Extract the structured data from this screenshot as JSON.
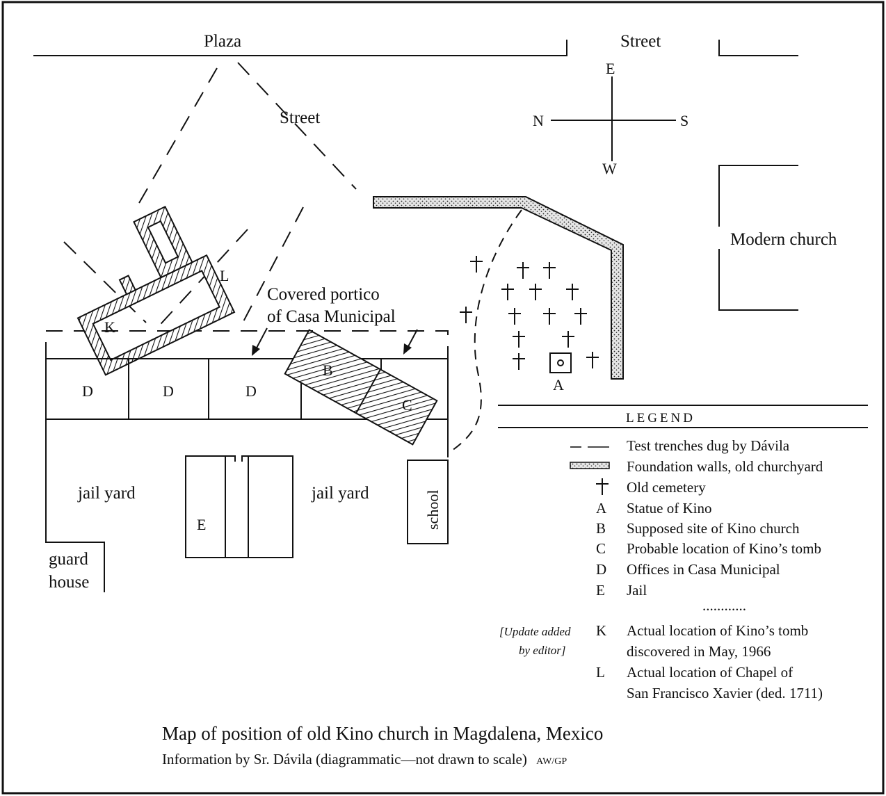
{
  "labels": {
    "plaza": "Plaza",
    "street_top": "Street",
    "street_diag": "Street",
    "compass_e": "E",
    "compass_n": "N",
    "compass_s": "S",
    "compass_w": "W",
    "modern_church": "Modern church",
    "portico_line1": "Covered portico",
    "portico_line2": "of Casa Municipal",
    "k": "K",
    "l": "L",
    "b": "B",
    "c": "C",
    "a": "A",
    "d1": "D",
    "d2": "D",
    "d3": "D",
    "e": "E",
    "jail_yard_left": "jail yard",
    "jail_yard_right": "jail yard",
    "school": "school",
    "guard_line1": "guard",
    "guard_line2": "house"
  },
  "legend": {
    "title": "LEGEND",
    "trenches": "Test trenches dug by Dávila",
    "foundation": "Foundation walls, old churchyard",
    "cemetery": "Old cemetery",
    "a_key": "A",
    "a_text": "Statue of Kino",
    "b_key": "B",
    "b_text": "Supposed site of Kino church",
    "c_key": "C",
    "c_text": "Probable location of Kino’s tomb",
    "d_key": "D",
    "d_text": "Offices in Casa Municipal",
    "e_key": "E",
    "e_text": "Jail",
    "separator": "............",
    "update_line1": "[Update added",
    "update_line2": "by editor]",
    "k_key": "K",
    "k_text1": "Actual location of Kino’s tomb",
    "k_text2": "discovered in May, 1966",
    "l_key": "L",
    "l_text1": "Actual location of Chapel of",
    "l_text2": "San Francisco Xavier (ded. 1711)"
  },
  "caption": {
    "title": "Map of position of old Kino church in Magdalena, Mexico",
    "subtitle": "Information by Sr. Dávila (diagrammatic—not drawn to scale)",
    "credit": "AW/GP"
  },
  "colors": {
    "ink": "#111111",
    "paper": "#ffffff"
  }
}
